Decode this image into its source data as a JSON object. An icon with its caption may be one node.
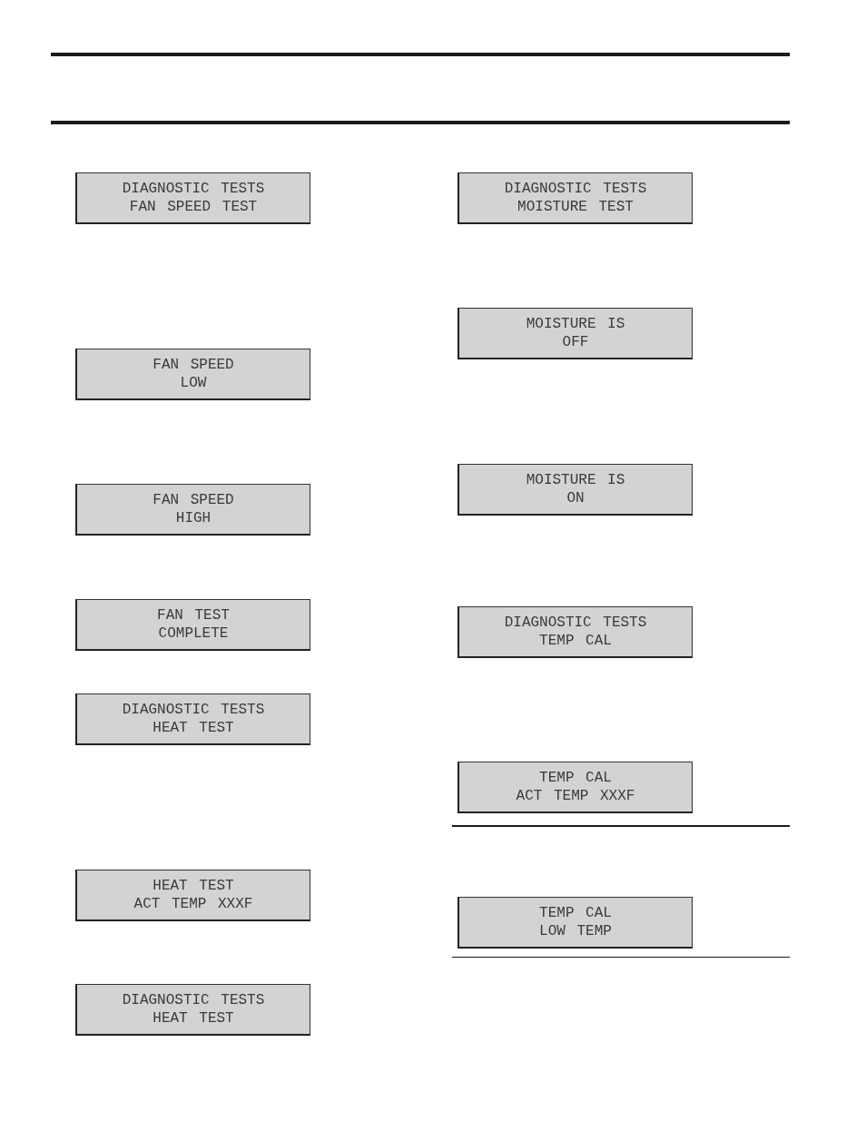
{
  "diagram": {
    "nodes": [
      {
        "text": [
          "DIAGNOSTIC TESTS",
          "FAN SPEED TEST"
        ]
      },
      {
        "text": [
          "FAN SPEED",
          "LOW"
        ]
      },
      {
        "text": [
          "FAN SPEED",
          "HIGH"
        ]
      },
      {
        "text": [
          "FAN TEST",
          "COMPLETE"
        ]
      },
      {
        "text": [
          "DIAGNOSTIC TESTS",
          "HEAT TEST"
        ]
      },
      {
        "text": [
          "HEAT TEST",
          "ACT TEMP XXXF"
        ]
      },
      {
        "text": [
          "DIAGNOSTIC TESTS",
          "HEAT TEST"
        ]
      },
      {
        "text": [
          "DIAGNOSTIC TESTS",
          "MOISTURE TEST"
        ]
      },
      {
        "text": [
          "MOISTURE IS",
          "OFF"
        ]
      },
      {
        "text": [
          "MOISTURE IS",
          "ON"
        ]
      },
      {
        "text": [
          "DIAGNOSTIC TESTS",
          "TEMP CAL"
        ]
      },
      {
        "text": [
          "TEMP CAL",
          "ACT TEMP XXXF"
        ]
      },
      {
        "text": [
          "TEMP CAL",
          "LOW TEMP"
        ]
      }
    ]
  }
}
